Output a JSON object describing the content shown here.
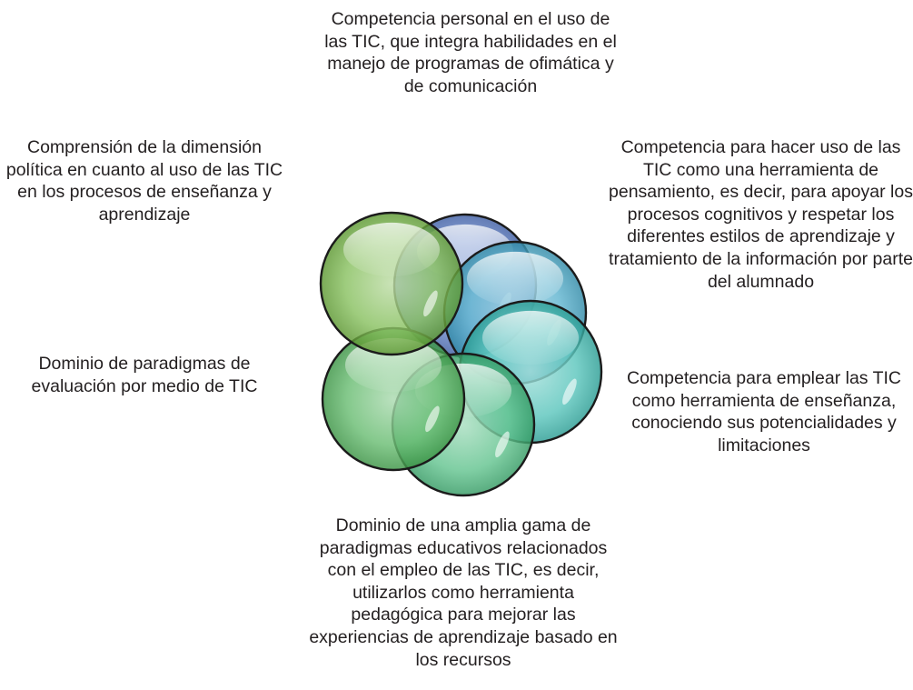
{
  "diagram": {
    "petals": [
      {
        "id": "top",
        "label": "Competencia personal en el uso de las TIC, que integra habilidades en el manejo de programas de ofimática y de comunicación",
        "color": "#4a6fc0"
      },
      {
        "id": "top-right",
        "label": "Competencia para hacer uso de las TIC como una herramienta de pensamiento, es decir, para apoyar los procesos cognitivos y respetar los diferentes estilos de aprendizaje y tratamiento de la información por parte del alumnado",
        "color": "#3aa2c4"
      },
      {
        "id": "bottom-right",
        "label": "Competencia para emplear las TIC como herramienta de enseñanza, conociendo sus potencialidades y limitaciones",
        "color": "#33b8ad"
      },
      {
        "id": "bottom",
        "label": "Dominio de una amplia gama de paradigmas educativos relacionados con el empleo de las TIC, es decir, utilizarlos como herramienta pedagógica para mejorar las experiencias de aprendizaje basado en los recursos",
        "color": "#3db574"
      },
      {
        "id": "bottom-left",
        "label": "Dominio de paradigmas de evaluación por medio de TIC",
        "color": "#45ad50"
      },
      {
        "id": "top-left",
        "label": "Comprensión de la dimensión política en cuanto al uso de las TIC en los procesos de enseñanza y aprendizaje",
        "color": "#6cb23a"
      }
    ]
  }
}
